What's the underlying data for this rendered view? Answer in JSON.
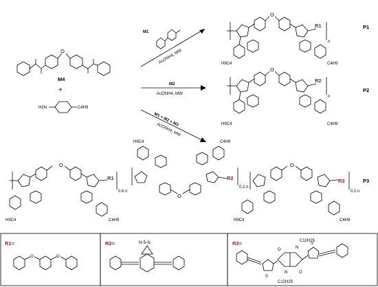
{
  "reactants": {
    "m4": "M4",
    "plus": "+",
    "amine_nh2": "H2N",
    "amine_alkyl": "C4H9"
  },
  "arrows": {
    "a1_monomer": "M1",
    "a1_conditions": "AcONH4, MW",
    "a2_monomer": "M2",
    "a2_conditions": "AcONH4, MW",
    "a3_monomer": "M1 + M2 + M3",
    "a3_conditions": "AcONH4, MW"
  },
  "products": {
    "p1": {
      "label": "P1",
      "r": "R1",
      "n": "n",
      "butyl": "C4H9",
      "butyl_left": "H9C4"
    },
    "p2": {
      "label": "P2",
      "r": "R2",
      "n": "n",
      "butyl": "C4H9",
      "butyl_left": "H9C4"
    },
    "p3": {
      "label": "P3",
      "r1": "R1",
      "r2": "R2",
      "r3": "R3",
      "sub1": "0.6 n",
      "sub2": "0.2 n",
      "sub3": "0.2 n",
      "butyl": "C4H9",
      "butyl_left": "H9C4"
    }
  },
  "legend": {
    "r1_title": "R1=",
    "r2_title": "R2=",
    "r2_hetero": "N-S-N",
    "r3_title": "R3=",
    "r3_chain_top": "C12H25",
    "r3_chain_bottom": "C12H25",
    "r3_o": "O",
    "r3_n": "N",
    "r3_s": "S"
  },
  "colors": {
    "accent": "#8e1b4e",
    "ink": "#000000"
  }
}
